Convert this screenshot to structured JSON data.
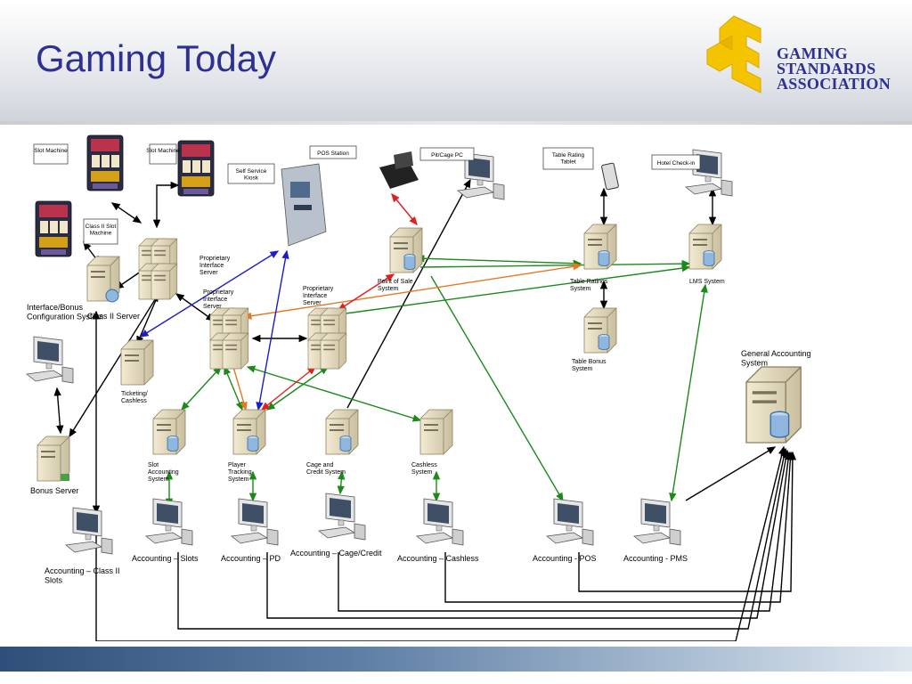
{
  "slide": {
    "title": "Gaming Today"
  },
  "logo": {
    "line1": "GAMING",
    "line2": "STANDARDS",
    "line3": "ASSOCIATION",
    "brand_color": "#f5c400",
    "text_color": "#2e3192"
  },
  "colors": {
    "title": "#2e3192",
    "black_link": "#000000",
    "green_link": "#1a8a1a",
    "orange_link": "#e87722",
    "red_link": "#e02020",
    "blue_link": "#1c1cc8"
  },
  "diagram": {
    "callouts": {
      "slot1": "Slot Machine",
      "slot2": "Slot Machine",
      "class2": "Class II Slot Machine",
      "kiosk": "Self Service Kiosk",
      "pos_station": "POS Station",
      "pit_cage": "Pit/Cage PC",
      "table_tablet": "Table Rating Tablet",
      "hotel_checkin": "Hotel Check-in"
    },
    "labels": {
      "pis1": "Proprietary Interface Server",
      "pis2": "Proprietary Interface Server",
      "pis3": "Proprietary Interface Server",
      "class2_server": "Class II Server",
      "interface_bonus": "Interface/Bonus Configuration System",
      "ticketing": "Ticketing/ Cashless",
      "bonus_server": "Bonus Server",
      "pos_system": "Point of Sale System",
      "table_ratings": "Table Ratings System",
      "lms": "LMS System",
      "table_bonus": "Table Bonus System",
      "gas": "General Accounting System",
      "slot_acct": "Slot Accounting System",
      "player_tracking": "Player Tracking System",
      "cage_credit": "Cage and Credit System",
      "cashless": "Cashless System",
      "acct_class2": "Accounting – Class II Slots",
      "acct_slots": "Accounting – Slots",
      "acct_pd": "Accounting – PD",
      "acct_cage": "Accounting – Cage/Credit",
      "acct_cashless": "Accounting – Cashless",
      "acct_pos": "Accounting - POS",
      "acct_pms": "Accounting - PMS"
    }
  }
}
